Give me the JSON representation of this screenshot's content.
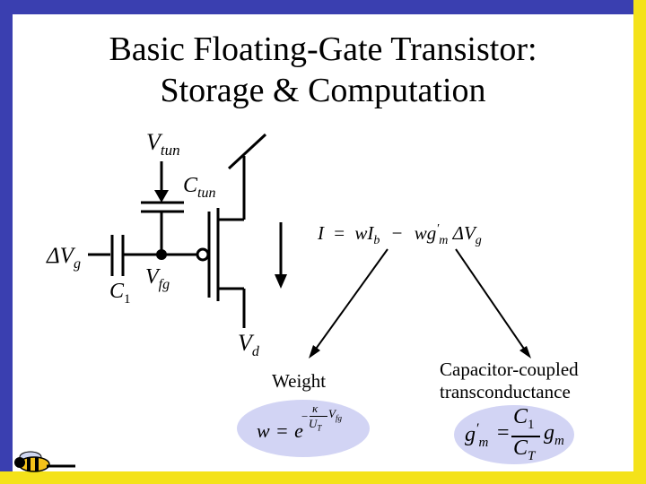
{
  "title_line1": "Basic Floating-Gate Transistor:",
  "title_line2": "Storage & Computation",
  "circuit": {
    "vtun": "V",
    "vtun_sub": "tun",
    "ctun": "C",
    "ctun_sub": "tun",
    "dvg": "ΔV",
    "dvg_sub": "g",
    "c1": "C",
    "c1_sub": "1",
    "vfg": "V",
    "vfg_sub": "fg",
    "vd": "V",
    "vd_sub": "d"
  },
  "equation": {
    "lhs": "I",
    "eq": "=",
    "t1a": "wI",
    "t1b": "b",
    "minus": "−",
    "t2a": "wg",
    "t2b": "′",
    "t2c": "m",
    "t2d": "ΔV",
    "t2e": "g"
  },
  "weight": {
    "label": "Weight",
    "w": "w",
    "eq": "=",
    "e": "e",
    "neg": "−",
    "kappa": "κ",
    "ut": "U",
    "ut_sub": "T",
    "v": "V",
    "v_sub": "fg"
  },
  "gm": {
    "label_line1": "Capacitor-coupled",
    "label_line2": "transconductance",
    "g": "g",
    "prime": "′",
    "m": "m",
    "eq": "=",
    "c1": "C",
    "c1_sub": "1",
    "ct": "C",
    "ct_sub": "T",
    "g2": "g",
    "m2": "m"
  },
  "colors": {
    "border_blue": "#3a3fb0",
    "border_yellow": "#f4e21a",
    "oval_fill": "#d2d4f4"
  },
  "icons": [
    "bee-logo-icon"
  ]
}
